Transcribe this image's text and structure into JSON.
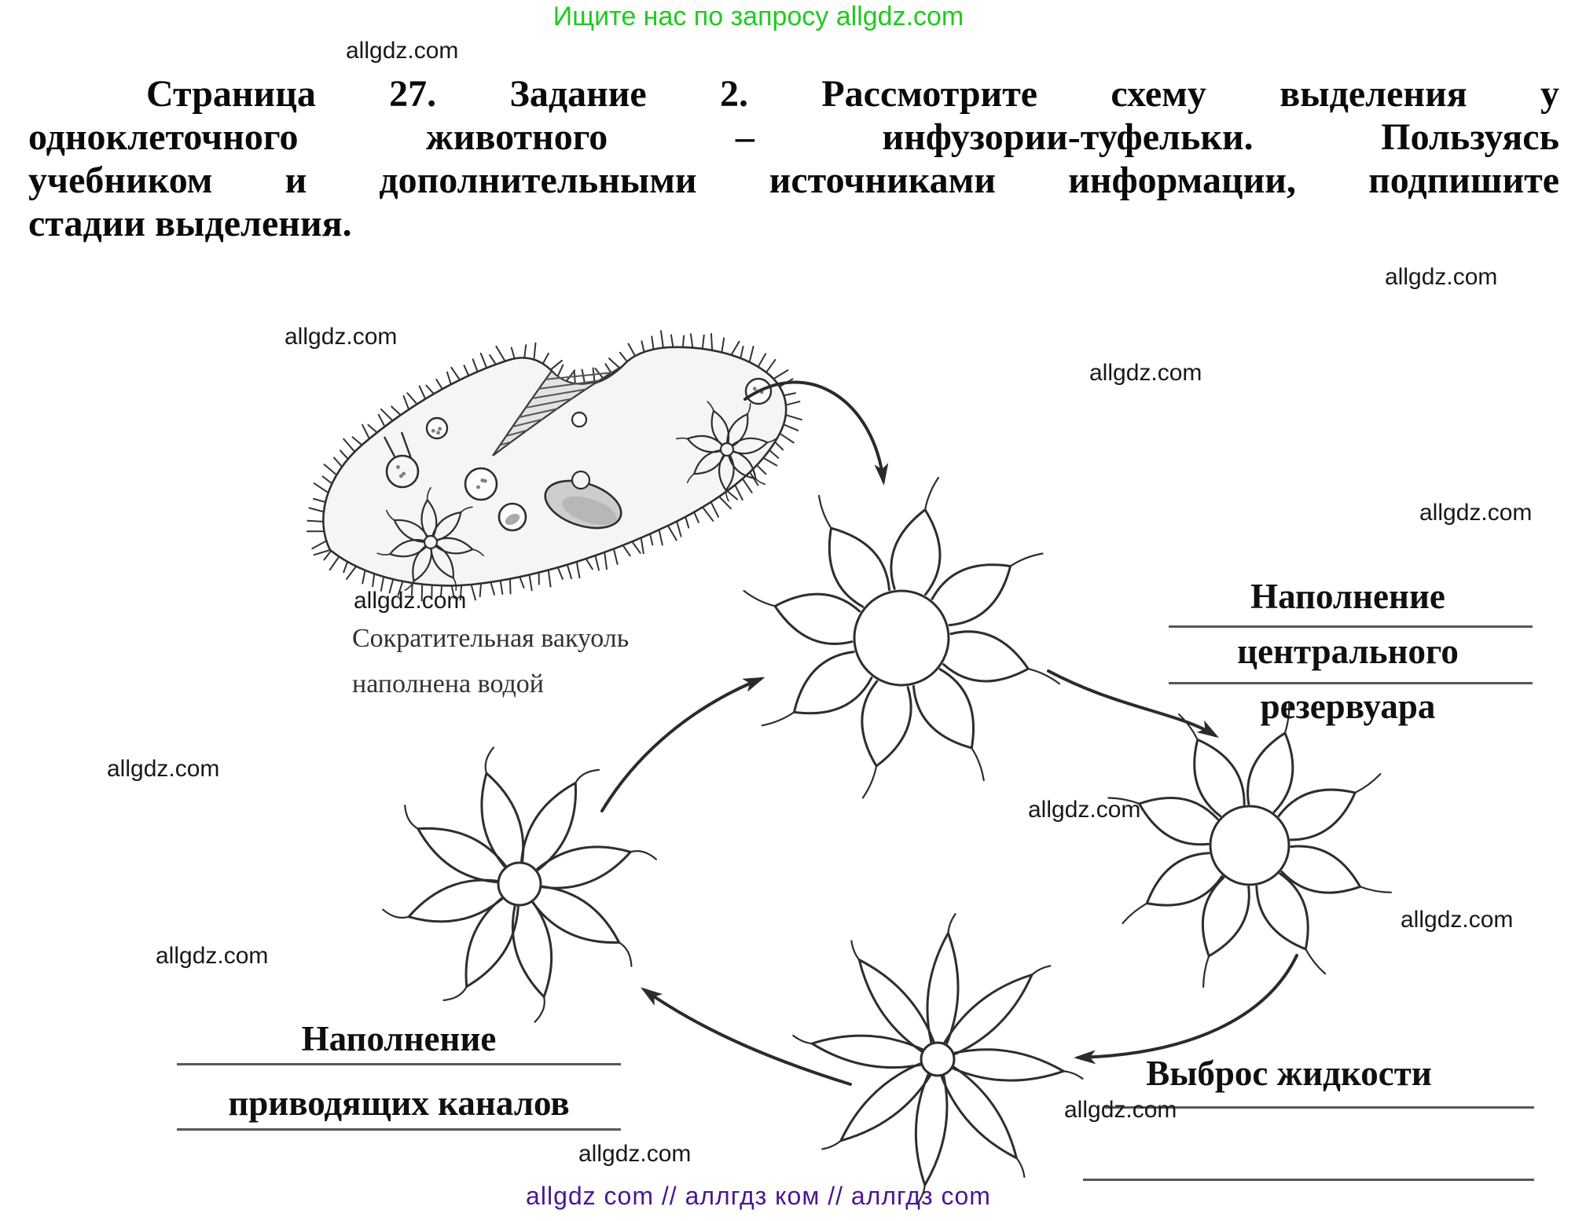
{
  "promo": {
    "top_banner": "Ищите нас по запросу allgdz.com",
    "watermark": "allgdz.com",
    "footer": "allgdz com  //  аллгдз ком  //  аллгдз com"
  },
  "task": {
    "lines": [
      "Страница 27. Задание 2. Рассмотрите схему выделения у",
      "одноклеточного животного – инфузории-туфельки. Пользуясь",
      "учебником и дополнительными источниками информации, подпишите",
      "стадии выделения."
    ]
  },
  "figure": {
    "caption": {
      "line1": "Сократительная вакуоль",
      "line2": "наполнена водой"
    },
    "stage_labels": {
      "central_reservoir": {
        "line1": "Наполнение",
        "line2": "центрального",
        "line3": "резервуара"
      },
      "ejection": {
        "line1": "Выброс жидкости"
      },
      "afferent_canals": {
        "line1": "Наполнение",
        "line2": "приводящих каналов"
      }
    }
  },
  "colors": {
    "promo_green": "#1ecb1e",
    "footer_purple": "#4b1694",
    "ink": "#2e2e2e"
  }
}
